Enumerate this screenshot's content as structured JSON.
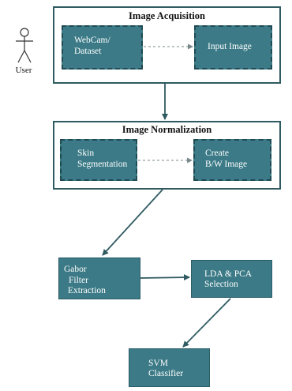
{
  "actor": {
    "label": "User"
  },
  "stage1": {
    "title": "Image Acquisition",
    "source": [
      "WebCam/",
      "Dataset"
    ],
    "output": "Input Image"
  },
  "stage2": {
    "title": "Image Normalization",
    "source": [
      "Skin",
      "Segmentation"
    ],
    "output": [
      "Create",
      "B/W Image"
    ]
  },
  "gabor": [
    "Gabor",
    "Filter",
    "Extraction"
  ],
  "selection": [
    "LDA & PCA",
    "Selection"
  ],
  "svm": [
    "SVM",
    "Classifier"
  ],
  "colors": {
    "box_fill": "#3b7a86",
    "box_border": "#1f4a52",
    "frame_border": "#2f5a61"
  }
}
